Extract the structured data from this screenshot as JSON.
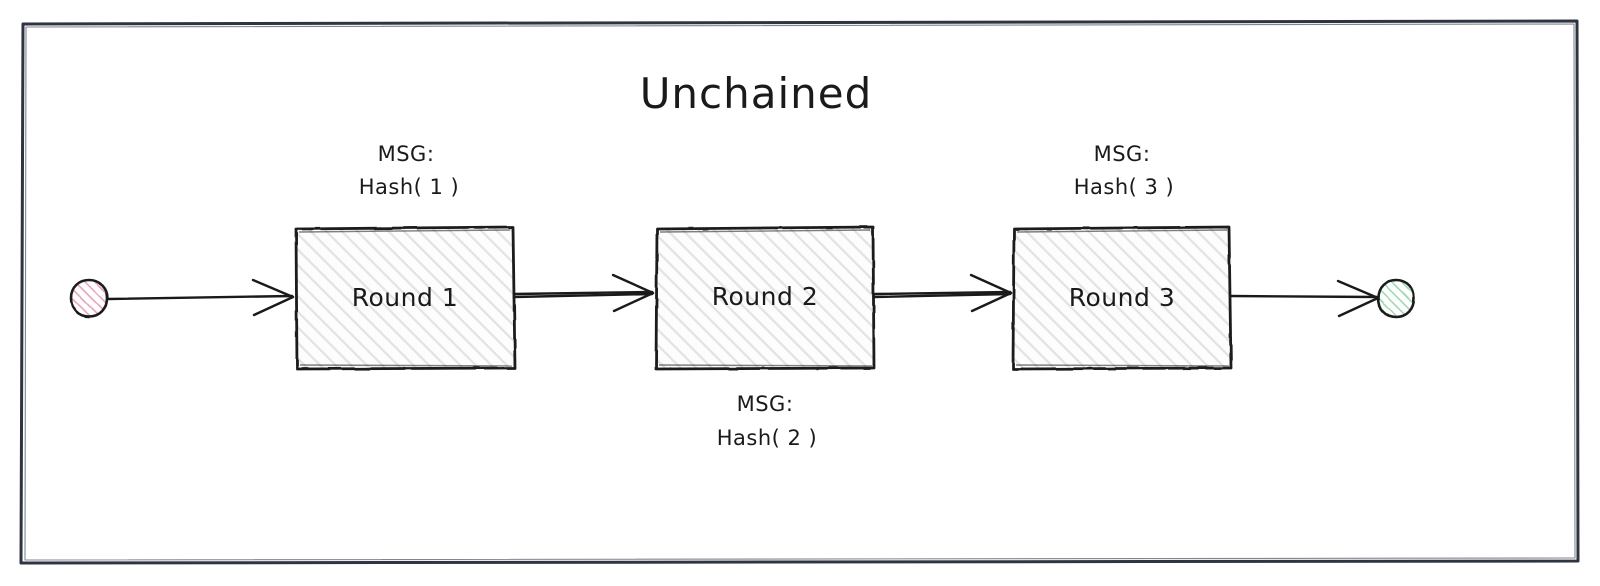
{
  "diagram": {
    "title": "Unchained",
    "frame": {
      "stroke": "#2e3440"
    },
    "start_node": {
      "name": "start",
      "shape": "circle",
      "fill_color": "#e7a3bd",
      "stroke_color": "#1a1a1a"
    },
    "end_node": {
      "name": "end",
      "shape": "circle",
      "fill_color": "#9ed9b2",
      "stroke_color": "#1a1a1a"
    },
    "nodes": [
      {
        "id": "round1",
        "label": "Round 1",
        "fill_color": "#f2f2f2",
        "stroke_color": "#1a1a1a"
      },
      {
        "id": "round2",
        "label": "Round 2",
        "fill_color": "#f2f2f2",
        "stroke_color": "#1a1a1a"
      },
      {
        "id": "round3",
        "label": "Round 3",
        "fill_color": "#f2f2f2",
        "stroke_color": "#1a1a1a"
      }
    ],
    "annotations": [
      {
        "id": "msg1",
        "line1": "MSG:",
        "line2": "Hash( 1 )",
        "position": "above-round1"
      },
      {
        "id": "msg2",
        "line1": "MSG:",
        "line2": "Hash( 2 )",
        "position": "below-round2"
      },
      {
        "id": "msg3",
        "line1": "MSG:",
        "line2": "Hash( 3 )",
        "position": "above-round3"
      }
    ],
    "edges": [
      {
        "from": "start",
        "to": "round1"
      },
      {
        "from": "round1",
        "to": "round2"
      },
      {
        "from": "round2",
        "to": "round3"
      },
      {
        "from": "round3",
        "to": "end"
      }
    ]
  }
}
